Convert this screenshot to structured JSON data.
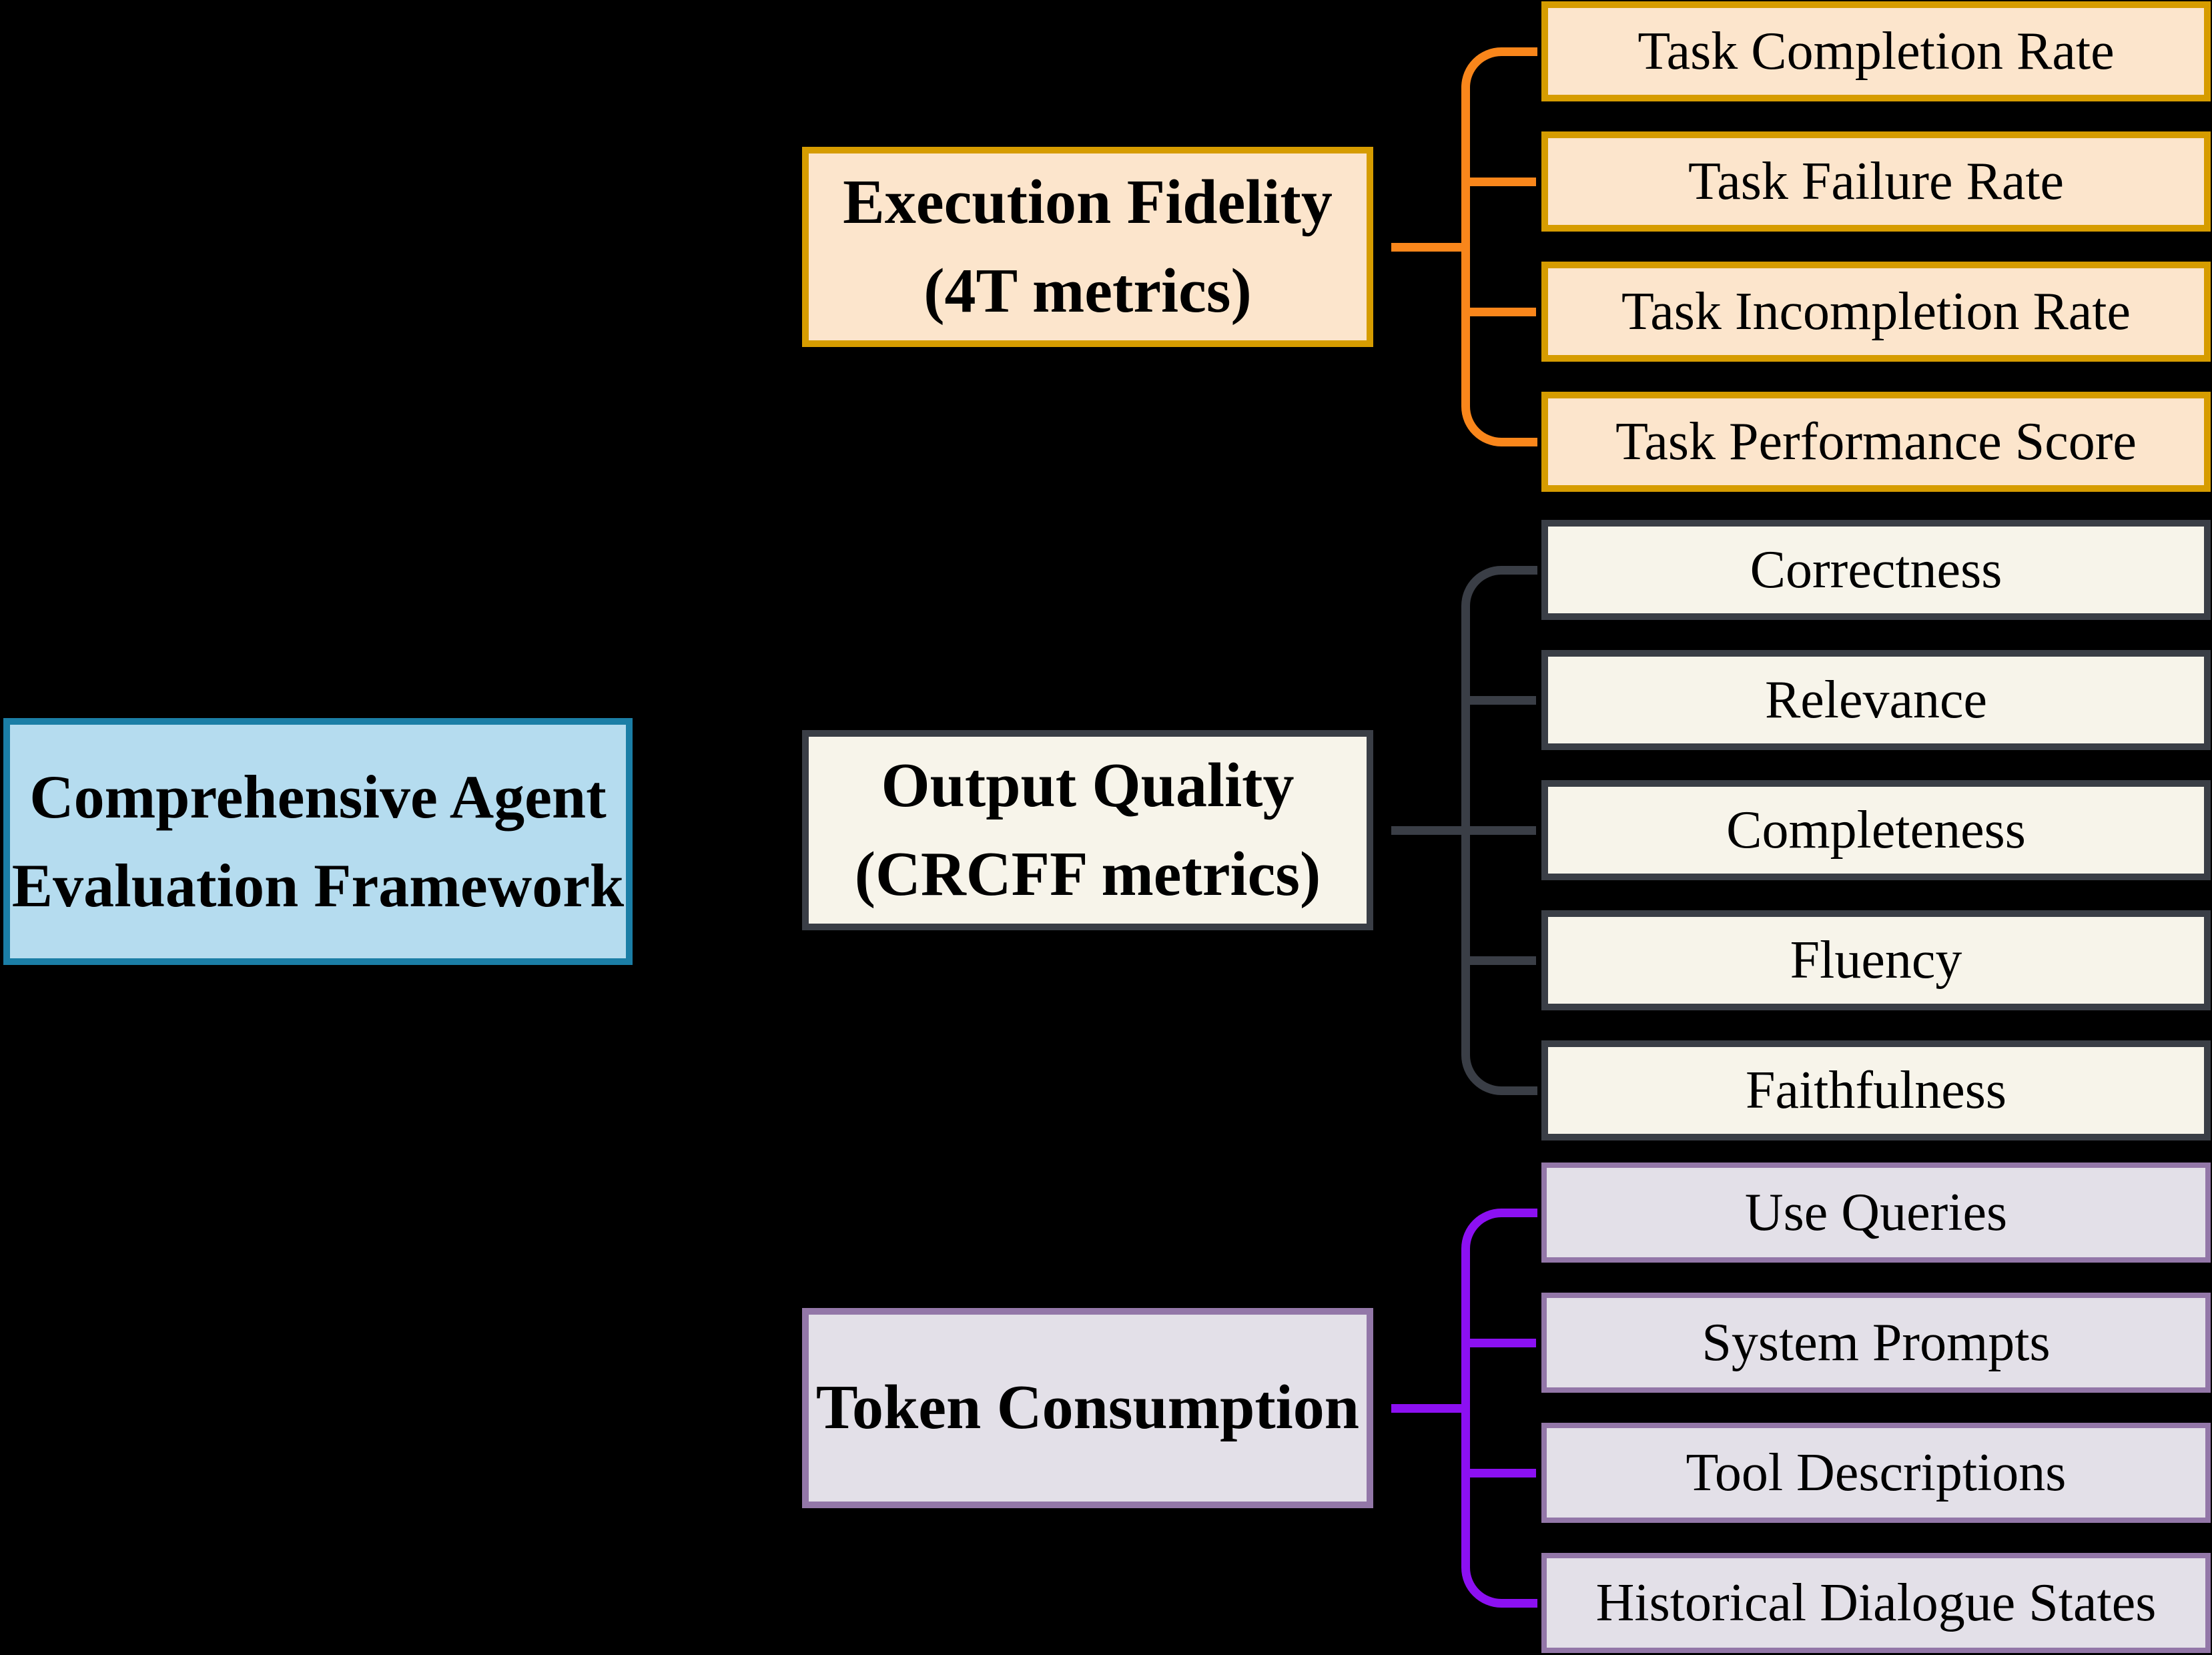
{
  "colors": {
    "background": "#000000",
    "text": "#000000",
    "root_fill": "#B5DCEF",
    "root_border": "#1B7EA6",
    "fidelity_fill": "#FCE5CC",
    "fidelity_border": "#D69C00",
    "fidelity_connector": "#F9861B",
    "quality_fill": "#F7F4EA",
    "quality_border": "#3A3E46",
    "quality_connector": "#3A3E46",
    "token_fill": "#E3E0E8",
    "token_border": "#9377A8",
    "token_connector": "#8C10F2"
  },
  "diagram": {
    "root": {
      "line1": "Comprehensive Agent",
      "line2": "Evaluation Framework"
    },
    "groups": [
      {
        "id": "execution-fidelity",
        "parent": {
          "line1": "Execution Fidelity",
          "line2": "(4T metrics)"
        },
        "children": [
          "Task Completion Rate",
          "Task Failure Rate",
          "Task Incompletion Rate",
          "Task Performance Score"
        ]
      },
      {
        "id": "output-quality",
        "parent": {
          "line1": "Output Quality",
          "line2": "(CRCFF metrics)"
        },
        "children": [
          "Correctness",
          "Relevance",
          "Completeness",
          "Fluency",
          "Faithfulness"
        ]
      },
      {
        "id": "token-consumption",
        "parent": {
          "line1": "Token Consumption"
        },
        "children": [
          "Use Queries",
          "System Prompts",
          "Tool Descriptions",
          "Historical Dialogue States"
        ]
      }
    ]
  }
}
